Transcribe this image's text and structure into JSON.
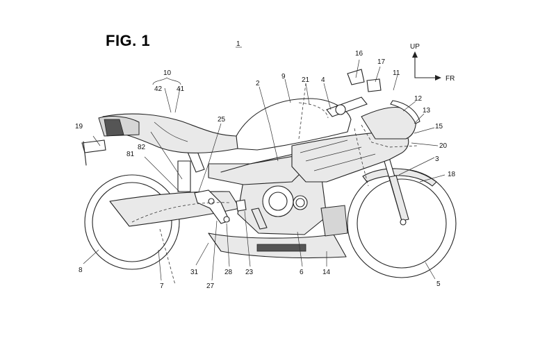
{
  "figure": {
    "title": "FIG. 1",
    "main_ref": "1",
    "direction": {
      "up": "UP",
      "forward": "FR"
    }
  },
  "refs": {
    "r2": "2",
    "r3": "3",
    "r4": "4",
    "r5": "5",
    "r6": "6",
    "r7": "7",
    "r8": "8",
    "r9": "9",
    "r10": "10",
    "r11": "11",
    "r12": "12",
    "r13": "13",
    "r14": "14",
    "r15": "15",
    "r16": "16",
    "r17": "17",
    "r18": "18",
    "r19": "19",
    "r20": "20",
    "r21": "21",
    "r23": "23",
    "r25": "25",
    "r27": "27",
    "r28": "28",
    "r31": "31",
    "r41": "41",
    "r42": "42",
    "r81": "81",
    "r82": "82"
  }
}
